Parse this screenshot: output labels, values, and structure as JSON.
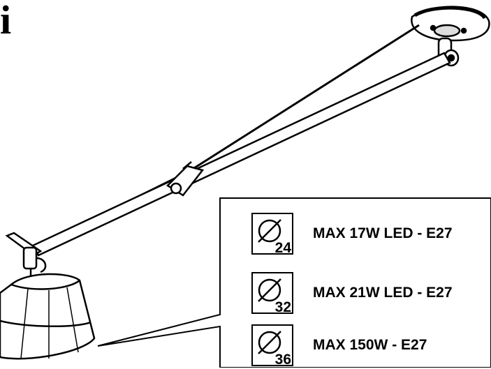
{
  "header": {
    "letter": "i"
  },
  "specs": [
    {
      "diameter": "24",
      "text": "MAX 17W LED - E27"
    },
    {
      "diameter": "32",
      "text": "MAX 21W LED - E27"
    },
    {
      "diameter": "36",
      "text": "MAX 150W - E27"
    }
  ],
  "icons": {
    "diameter_symbol": "diameter-symbol-icon"
  },
  "colors": {
    "line": "#000000",
    "background": "#ffffff"
  }
}
